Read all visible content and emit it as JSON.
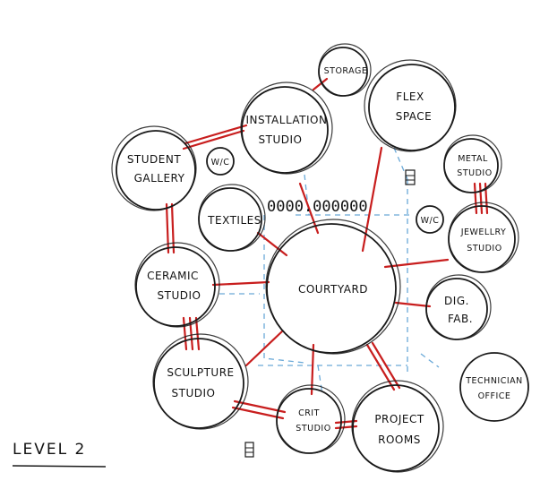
{
  "title": "LEVEL 2",
  "dots": "0000.000000",
  "labels": {
    "storage": "STORAGE",
    "installation_1": "INSTALLATION",
    "installation_2": "STUDIO",
    "flex_1": "FLEX",
    "flex_2": "SPACE",
    "student_1": "STUDENT",
    "student_2": "GALLERY",
    "wc_left": "W/C",
    "wc_right": "W/C",
    "metal_1": "METAL",
    "metal_2": "STUDIO",
    "textiles": "TEXTILES",
    "jewellery_1": "JEWELLRY",
    "jewellery_2": "STUDIO",
    "ceramic_1": "CERAMIC",
    "ceramic_2": "STUDIO",
    "courtyard": "COURTYARD",
    "digfab_1": "DIG.",
    "digfab_2": "FAB.",
    "sculpture_1": "SCULPTURE",
    "sculpture_2": "STUDIO",
    "technician_1": "TECHNICIAN",
    "technician_2": "OFFICE",
    "crit_1": "CRIT",
    "crit_2": "STUDIO",
    "project_1": "PROJECT",
    "project_2": "ROOMS"
  },
  "colors": {
    "ink": "#1a1a1a",
    "link": "#c81e1e",
    "flow": "#6aa9d8"
  }
}
